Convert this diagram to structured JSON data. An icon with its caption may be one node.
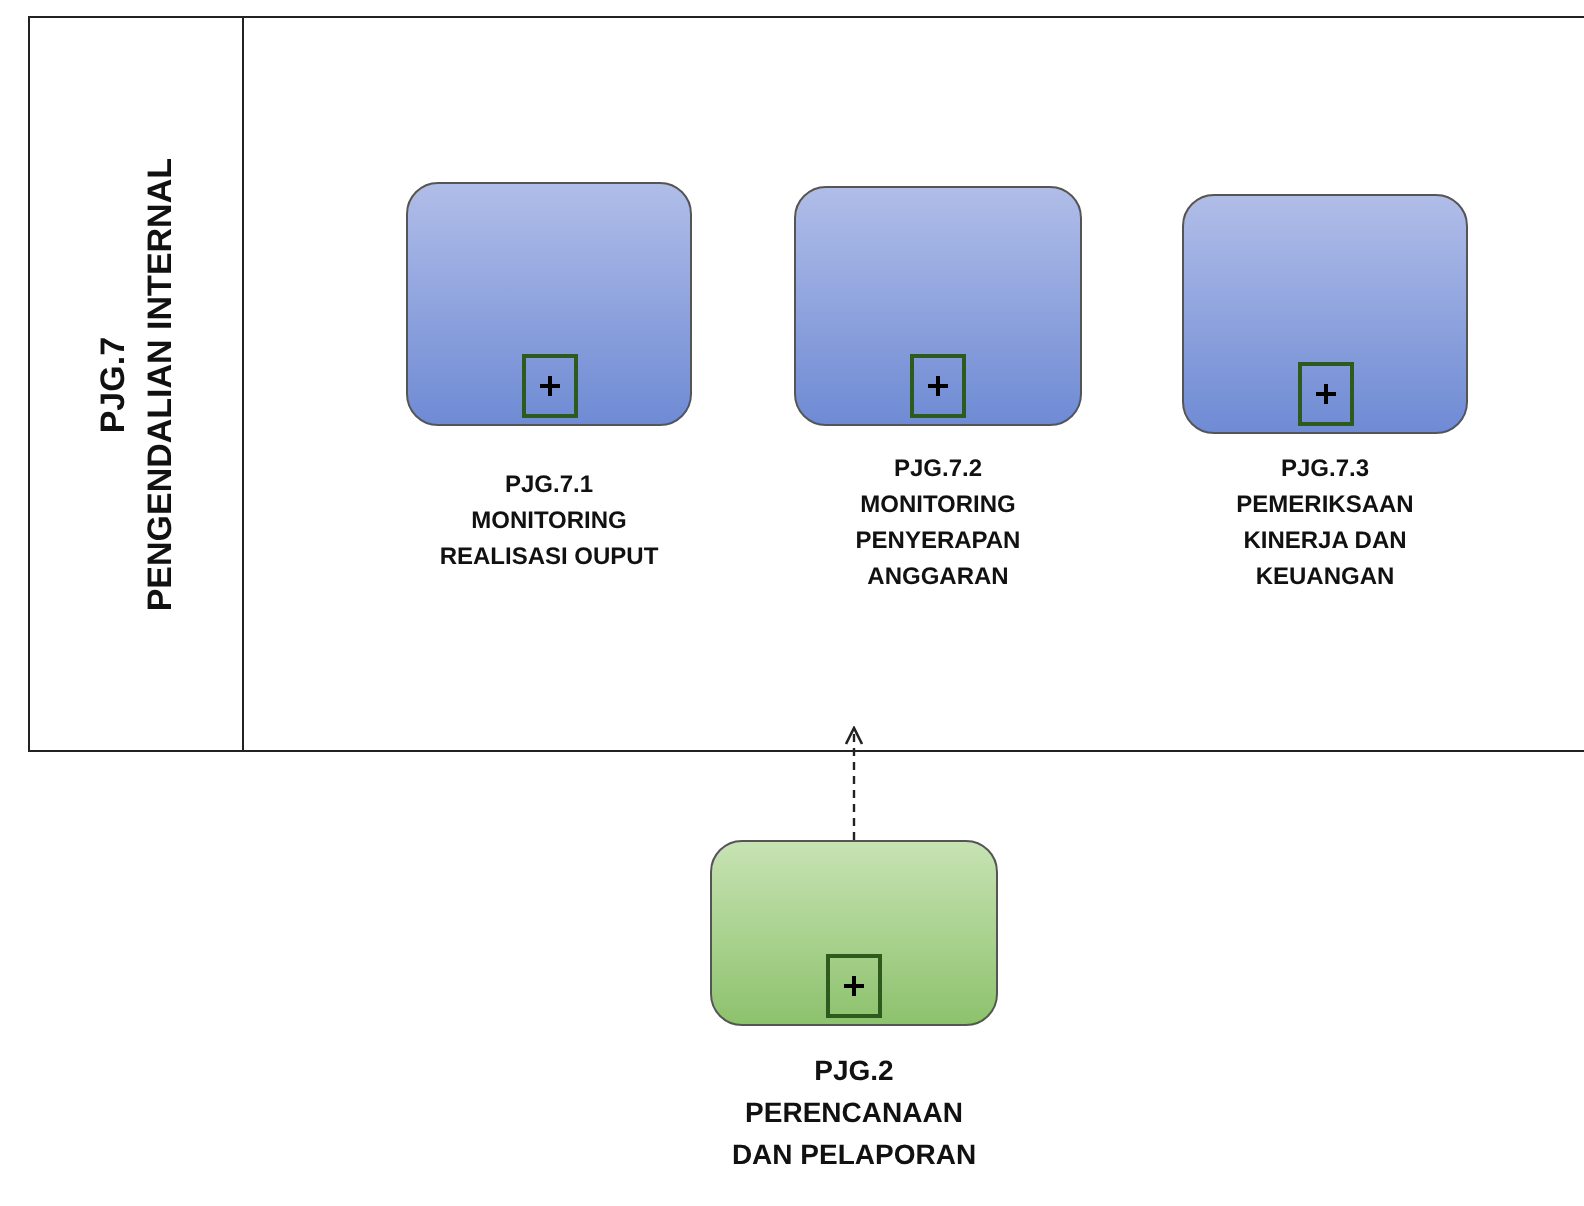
{
  "diagram": {
    "nodes": [
      {
        "text": [
          "PJG.7",
          "PENGENDALIAN INTERNAL"
        ]
      },
      {
        "text": [
          "PJG.7.1 MONITORING REALISASI OUPUT"
        ],
        "in": 0
      },
      {
        "text": [
          "PJG.7.2 MONITORING PENYERAPAN ANGGARAN"
        ],
        "in": 0
      },
      {
        "text": [
          "PJG.7.3 PEMERIKSAAN KINERJA DAN KEUANGAN"
        ],
        "in": 0
      },
      {
        "text": [
          "PJG.2 PERENCANAAN DAN PELAPORAN"
        ]
      }
    ],
    "edges": [
      {
        "from": 4,
        "to": 0,
        "arrow": "to",
        "style": "dashed"
      }
    ]
  }
}
